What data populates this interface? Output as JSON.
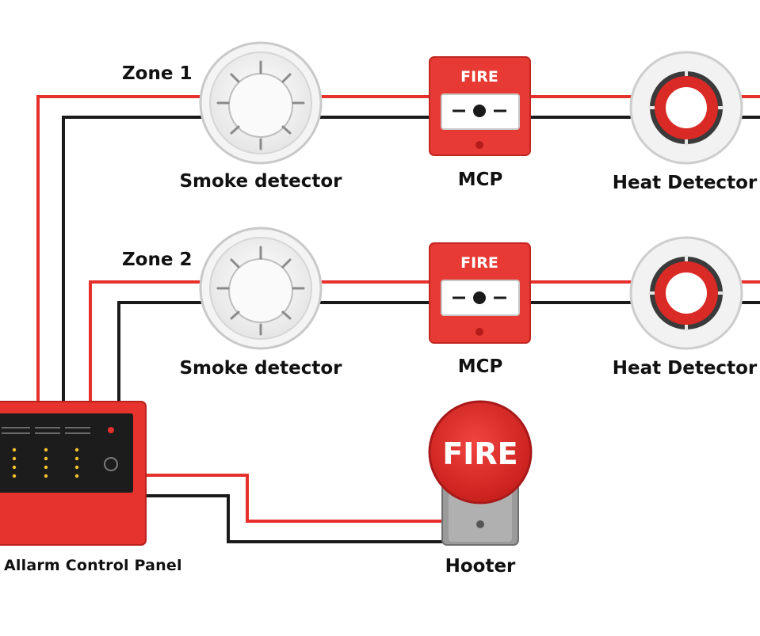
{
  "zones": [
    {
      "label": "Zone 1",
      "devices": {
        "smoke": "Smoke detector",
        "mcp": "MCP",
        "mcp_text": "FIRE",
        "heat": "Heat Detector"
      }
    },
    {
      "label": "Zone 2",
      "devices": {
        "smoke": "Smoke detector",
        "mcp": "MCP",
        "mcp_text": "FIRE",
        "heat": "Heat Detector"
      }
    }
  ],
  "panel": {
    "label": "Allarm Control Panel"
  },
  "hooter": {
    "label": "Hooter",
    "text": "FIRE"
  },
  "colors": {
    "red_wire": "#e5302c",
    "black_wire": "#1a1a1a",
    "panel_red": "#e6332d",
    "mcp_red": "#e83a34",
    "hooter_red": "#e32a28",
    "hooter_base": "#9a9a9a",
    "detector_white": "#f2f2f2",
    "heat_ring": "#d92a26"
  }
}
